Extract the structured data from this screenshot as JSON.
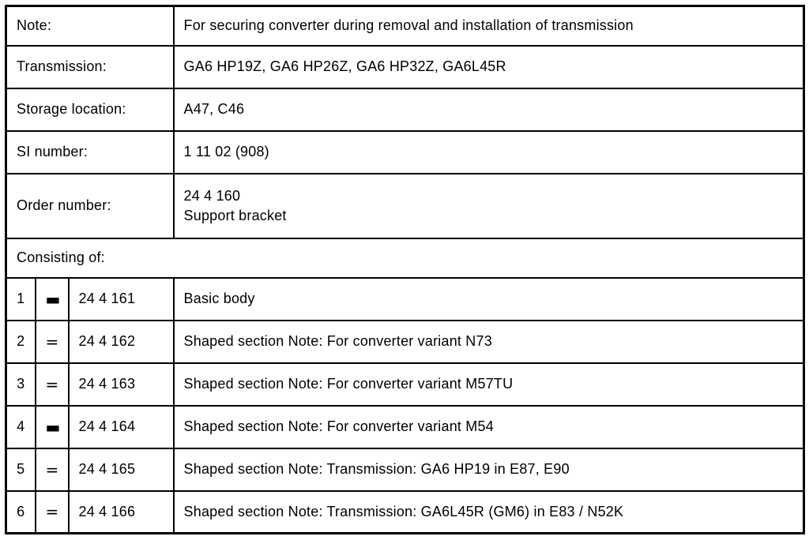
{
  "colors": {
    "border": "#000000",
    "text": "#000000",
    "background": "#ffffff"
  },
  "table": {
    "info_rows": [
      {
        "label": "Note:",
        "value": "For securing converter during removal and installation of transmission"
      },
      {
        "label": "Transmission:",
        "value": "GA6 HP19Z, GA6 HP26Z, GA6 HP32Z, GA6L45R"
      },
      {
        "label": "Storage location:",
        "value": "A47, C46"
      },
      {
        "label": "SI number:",
        "value": "1 11 02 (908)"
      }
    ],
    "order_row": {
      "label": "Order number:",
      "value_line1": "24 4 160",
      "value_line2": "Support bracket"
    },
    "section_label": "Consisting of:",
    "items": [
      {
        "num": "1",
        "sym": "▬",
        "part": "24 4 161",
        "desc": "Basic body"
      },
      {
        "num": "2",
        "sym": "=",
        "part": "24 4 162",
        "desc": "Shaped section Note: For converter variant N73"
      },
      {
        "num": "3",
        "sym": "=",
        "part": "24 4 163",
        "desc": "Shaped section Note: For converter variant M57TU"
      },
      {
        "num": "4",
        "sym": "▬",
        "part": "24 4 164",
        "desc": "Shaped section Note: For converter variant M54"
      },
      {
        "num": "5",
        "sym": "=",
        "part": "24 4 165",
        "desc": "Shaped section Note: Transmission: GA6 HP19 in E87, E90"
      },
      {
        "num": "6",
        "sym": "=",
        "part": "24 4 166",
        "desc": "Shaped section Note: Transmission: GA6L45R (GM6) in E83 / N52K"
      }
    ]
  }
}
